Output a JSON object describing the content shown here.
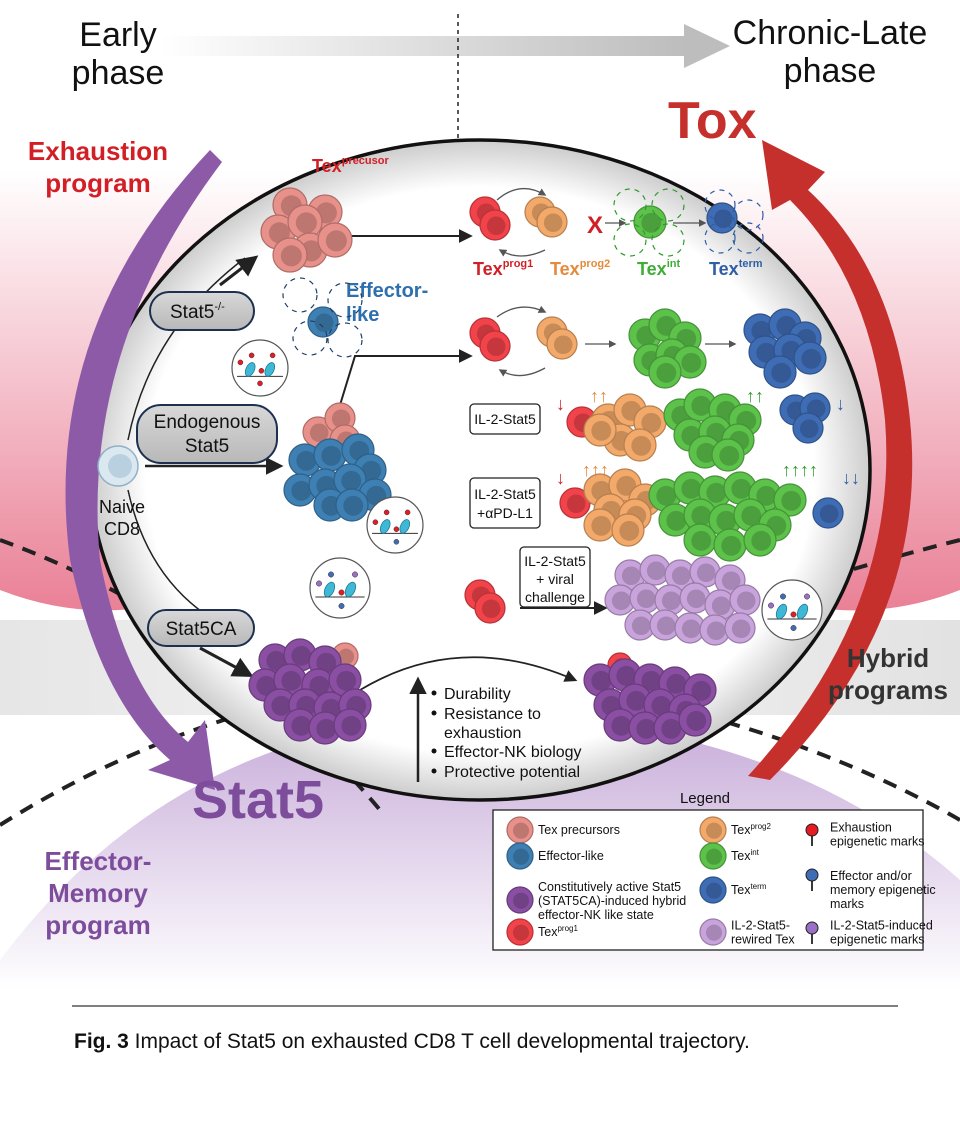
{
  "header": {
    "early_phase": [
      "Early",
      "phase"
    ],
    "late_phase": [
      "Chronic-Late",
      "phase"
    ]
  },
  "programs": {
    "exhaustion": [
      "Exhaustion",
      "program"
    ],
    "effector_memory": [
      "Effector-",
      "Memory",
      "program"
    ],
    "hybrid": [
      "Hybrid",
      "programs"
    ],
    "tox": "Tox",
    "stat5": "Stat5"
  },
  "colors": {
    "exhaustion_red": "#d21f26",
    "tox_red": "#c5302c",
    "stat5_purple": "#7d4d9c",
    "tex_precursor": "#e8908a",
    "effector_like": "#3e80b3",
    "stat5ca": "#8a4fa3",
    "tex_prog1": "#f2434a",
    "tex_prog2": "#f2a96a",
    "tex_int": "#5cc24a",
    "tex_term": "#3f6db5",
    "rewired": "#c9a4dc"
  },
  "cell_labels": {
    "tex_precursor": {
      "base": "Tex",
      "sup": "precusor"
    },
    "effector_like": [
      "Effector-",
      "like"
    ],
    "naive": [
      "Naive",
      "CD8"
    ],
    "tex_prog1": {
      "base": "Tex",
      "sup": "prog1"
    },
    "tex_prog2": {
      "base": "Tex",
      "sup": "prog2"
    },
    "tex_int": {
      "base": "Tex",
      "sup": "int"
    },
    "tex_term": {
      "base": "Tex",
      "sup": "term"
    },
    "block_mark": "X"
  },
  "conditions": {
    "stat5_ko": {
      "base": "Stat5",
      "sup": "-/-"
    },
    "endogenous": [
      "Endogenous",
      "Stat5"
    ],
    "stat5ca": "Stat5CA",
    "il2_stat5": [
      "IL-2-Stat5"
    ],
    "il2_stat5_pdl1": [
      "IL-2-Stat5",
      "+αPD-L1"
    ],
    "il2_stat5_viral": [
      "IL-2-Stat5",
      "+ viral",
      "challenge"
    ]
  },
  "changes": {
    "il2_stat5": {
      "prog1": "↓",
      "prog2": "↑↑",
      "int": "↑↑",
      "term": "↓"
    },
    "il2_stat5_pdl1": {
      "prog1": "↓",
      "prog2": "↑↑↑",
      "int": "↑↑↑↑",
      "term": "↓↓"
    }
  },
  "benefits": [
    "Durability",
    "Resistance to",
    "exhaustion",
    "Effector-NK biology",
    "Protective potential"
  ],
  "legend": {
    "title": "Legend",
    "items": [
      {
        "key": "tex_precursor",
        "lines": [
          "Tex precursors"
        ]
      },
      {
        "key": "effector_like",
        "lines": [
          "Effector-like"
        ]
      },
      {
        "key": "stat5ca",
        "lines": [
          "Constitutively active Stat5",
          "(STAT5CA)-induced hybrid",
          "effector-NK like state"
        ]
      },
      {
        "key": "tex_prog1",
        "lines": [
          "Tex"
        ],
        "sup": "prog1"
      },
      {
        "key": "tex_prog2",
        "lines": [
          "Tex"
        ],
        "sup": "prog2"
      },
      {
        "key": "tex_int",
        "lines": [
          "Tex"
        ],
        "sup": "int"
      },
      {
        "key": "tex_term",
        "lines": [
          "Tex"
        ],
        "sup": "term"
      },
      {
        "key": "rewired",
        "lines": [
          "IL-2-Stat5-",
          "rewired Tex"
        ]
      },
      {
        "key": "mark_exhaustion",
        "lines": [
          "Exhaustion",
          "epigenetic marks"
        ]
      },
      {
        "key": "mark_effector",
        "lines": [
          "Effector and/or",
          "memory epigenetic",
          "marks"
        ]
      },
      {
        "key": "mark_il2",
        "lines": [
          "IL-2-Stat5-induced",
          "epigenetic marks"
        ]
      }
    ]
  },
  "caption": {
    "label": "Fig. 3",
    "text": " Impact of Stat5 on exhausted CD8 T cell developmental trajectory."
  }
}
